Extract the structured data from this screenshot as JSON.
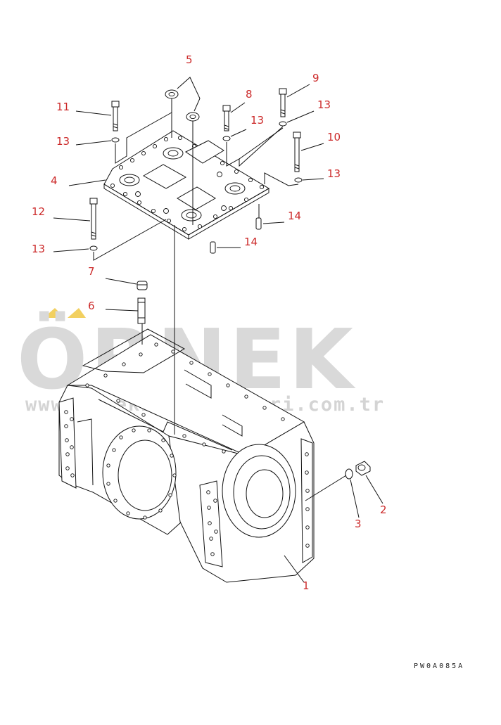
{
  "watermark": {
    "brand": "ÖRNEK",
    "url": "www.ornekismakinalari.com.tr",
    "accent_color": "#f2d060",
    "text_color": "#d9d9d9"
  },
  "drawing_code": "PW0A085A",
  "callout_color": "#cc2a2a",
  "callouts": {
    "c1": "1",
    "c2": "2",
    "c3": "3",
    "c4": "4",
    "c5": "5",
    "c6": "6",
    "c7": "7",
    "c8": "8",
    "c9": "9",
    "c10": "10",
    "c11": "11",
    "c12": "12",
    "c13a": "13",
    "c13b": "13",
    "c13c": "13",
    "c13d": "13",
    "c13e": "13",
    "c14a": "14",
    "c14b": "14"
  }
}
